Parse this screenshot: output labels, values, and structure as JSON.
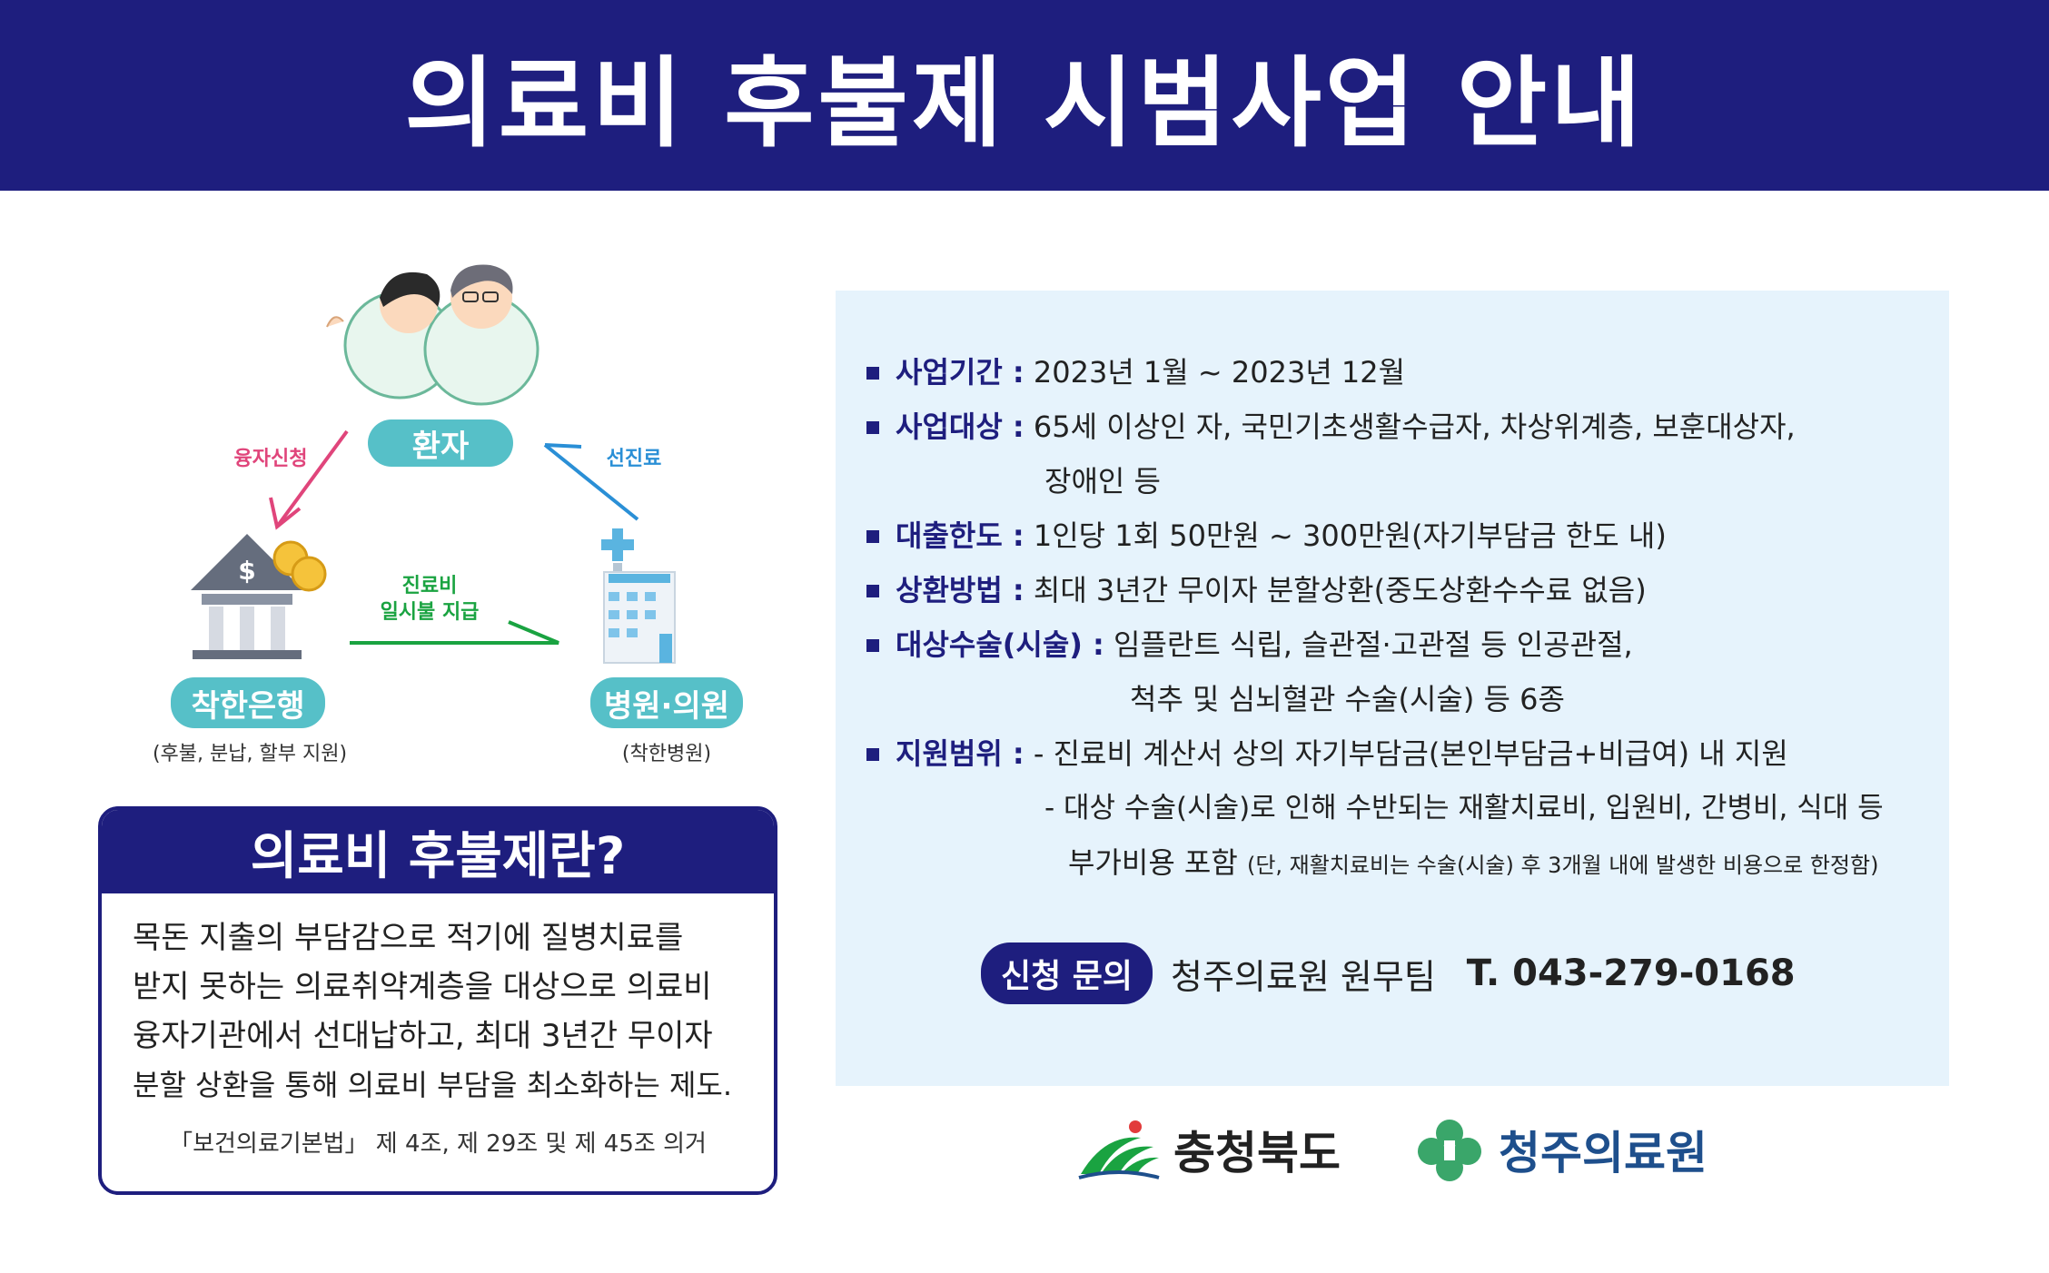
{
  "header": {
    "title": "의료비 후불제 시범사업 안내"
  },
  "diagram": {
    "patient_label": "환자",
    "bank_label": "착한은행",
    "bank_sub": "(후불, 분납, 할부 지원)",
    "hospital_label": "병원·의원",
    "hospital_sub": "(착한병원)",
    "arrow_loan": "융자신청",
    "arrow_prepay": "선진료",
    "arrow_pay_line1": "진료비",
    "arrow_pay_line2": "일시불 지급",
    "colors": {
      "loan": "#e0457b",
      "prepay": "#2a8fd6",
      "pay": "#1aa341",
      "pill": "#56c0c8"
    }
  },
  "definition": {
    "title": "의료비 후불제란?",
    "line1": "목돈 지출의 부담감으로 적기에 질병치료를",
    "line2": "받지 못하는 의료취약계층을 대상으로 의료비",
    "line3": "융자기관에서 선대납하고, 최대 3년간 무이자",
    "line4": "분할 상환을 통해 의료비 부담을 최소화하는 제도.",
    "law": "「보건의료기본법」 제 4조, 제 29조 및 제 45조 의거"
  },
  "info": {
    "period_key": "사업기간 :",
    "period_val": "2023년 1월 ~ 2023년 12월",
    "target_key": "사업대상 :",
    "target_val": "65세 이상인 자, 국민기초생활수급자, 차상위계층, 보훈대상자,",
    "target_cont": "장애인 등",
    "limit_key": "대출한도 :",
    "limit_val": "1인당 1회 50만원 ~ 300만원(자기부담금 한도 내)",
    "repay_key": "상환방법 :",
    "repay_val": "최대 3년간 무이자 분할상환(중도상환수수료 없음)",
    "surgery_key": "대상수술(시술) :",
    "surgery_val": "임플란트 식립, 슬관절·고관절 등 인공관절,",
    "surgery_cont": "척추 및 심뇌혈관 수술(시술) 등 6종",
    "scope_key": "지원범위 :",
    "scope_val": "- 진료비 계산서 상의 자기부담금(본인부담금+비급여) 내 지원",
    "scope_cont1": "- 대상 수술(시술)로 인해 수반되는 재활치료비, 입원비, 간병비, 식대 등",
    "scope_cont2": "부가비용 포함",
    "scope_note": "(단, 재활치료비는 수술(시술) 후 3개월 내에 발생한 비용으로 한정함)"
  },
  "contact": {
    "badge": "신청 문의",
    "org": "청주의료원 원무팀",
    "tel": "T. 043-279-0168"
  },
  "logos": {
    "province": "충청북도",
    "hospital": "청주의료원"
  }
}
